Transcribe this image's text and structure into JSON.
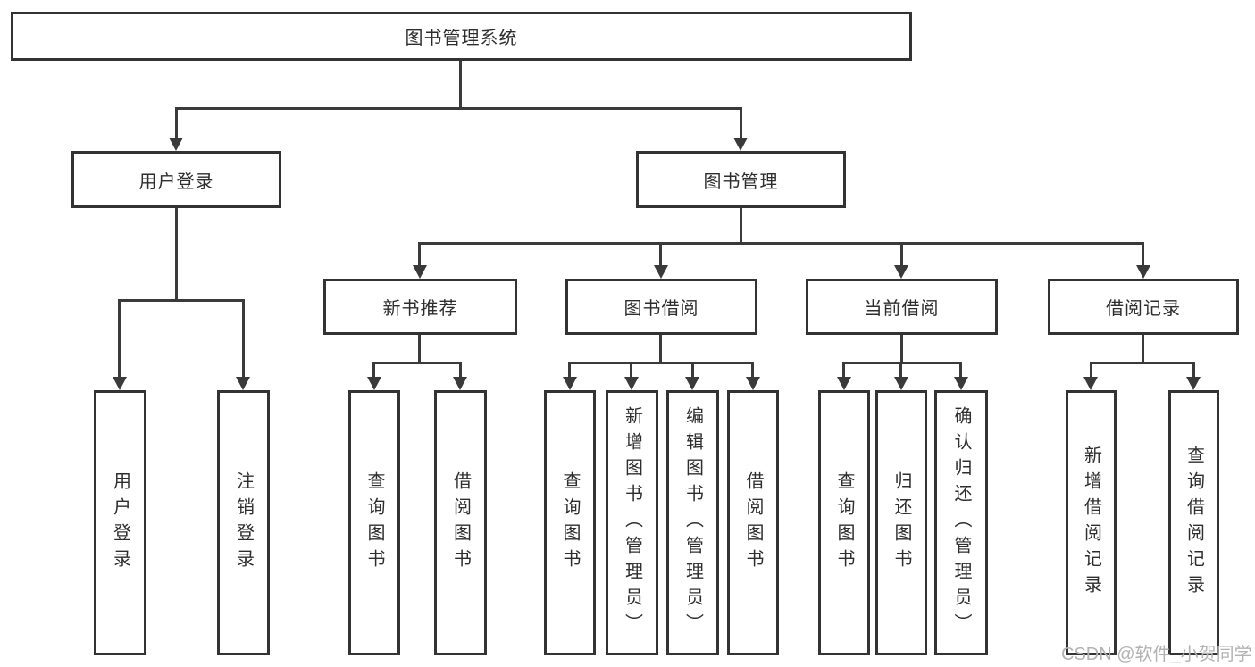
{
  "nodes": {
    "root": "图书管理系统",
    "user_login": "用户登录",
    "book_management": "图书管理",
    "new_book_recommend": "新书推荐",
    "book_borrowing": "图书借阅",
    "current_borrowing": "当前借阅",
    "borrowing_records": "借阅记录",
    "leaf_user_login": "用户登录",
    "leaf_logout": "注销登录",
    "leaf_query_book_rec": "查询图书",
    "leaf_borrow_book_rec": "借阅图书",
    "leaf_query_book_borrow": "查询图书",
    "leaf_add_book_admin": "新增图书（管理员）",
    "leaf_edit_book_admin": "编辑图书（管理员）",
    "leaf_borrow_book_borrow": "借阅图书",
    "leaf_query_book_current": "查询图书",
    "leaf_return_book": "归还图书",
    "leaf_confirm_return_admin": "确认归还（管理员）",
    "leaf_add_borrow_record": "新增借阅记录",
    "leaf_query_borrow_record": "查询借阅记录"
  },
  "hierarchy": {
    "图书管理系统": {
      "用户登录": [
        "用户登录",
        "注销登录"
      ],
      "图书管理": {
        "新书推荐": [
          "查询图书",
          "借阅图书"
        ],
        "图书借阅": [
          "查询图书",
          "新增图书（管理员）",
          "编辑图书（管理员）",
          "借阅图书"
        ],
        "当前借阅": [
          "查询图书",
          "归还图书",
          "确认归还（管理员）"
        ],
        "借阅记录": [
          "新增借阅记录",
          "查询借阅记录"
        ]
      }
    }
  },
  "watermark": "CSDN @软件_小贺同学",
  "colors": {
    "line": "#3a3a3a",
    "box_border": "#333333",
    "text": "#2e2e2e",
    "background": "#ffffff",
    "watermark_text": "#b3b3b3"
  }
}
